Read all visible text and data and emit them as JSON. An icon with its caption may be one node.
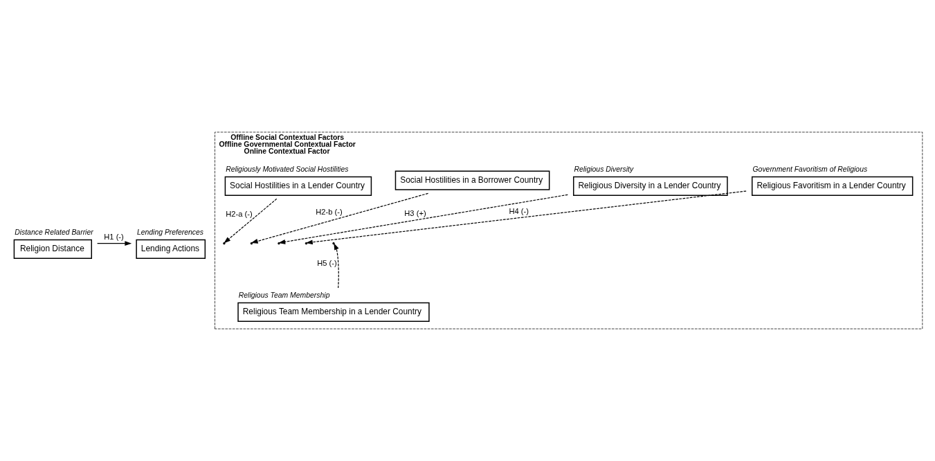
{
  "diagram": {
    "nodes": [
      {
        "text": [
          "Distance Related Barrier",
          "Religion Distance"
        ]
      },
      {
        "text": [
          "Lending Preferences",
          "Lending Actions"
        ]
      },
      {
        "text": [
          "Offline Social Contextual Factors",
          "Offline Governmental Contextual Factor",
          "Online Contextual Factor"
        ]
      },
      {
        "text": [
          "Religious Diversity",
          "Religious Diversity in a Lender Country"
        ],
        "in": 2
      },
      {
        "text": [
          "Religiously Motivated Social Hostilities",
          "Social Hostilities in a Lender Country"
        ],
        "in": 2
      },
      {
        "text": [
          "Social Hostilities in a Borrower Country"
        ],
        "in": 2
      },
      {
        "text": [
          "Government Favoritism of Religious",
          "Religious Favoritism in a Lender Country"
        ],
        "in": 2
      },
      {
        "text": [
          "Religious Team Membership",
          "Religious Team Membership in a Lender Country"
        ],
        "in": 2
      }
    ],
    "edges": [
      {
        "from": 0,
        "to": 1,
        "arrow": "to",
        "label": "H1 (-)"
      },
      {
        "from": 4,
        "to": null,
        "arrow": "to",
        "label": "H2-a (-)",
        "style": "dashed"
      },
      {
        "from": 5,
        "to": null,
        "arrow": "to",
        "label": "H2-b (-)",
        "style": "dashed"
      },
      {
        "from": 3,
        "to": null,
        "arrow": "to",
        "label": "H3 (+)",
        "style": "dashed"
      },
      {
        "from": 6,
        "to": null,
        "arrow": "to",
        "label": "H4 (-)",
        "style": "dashed"
      },
      {
        "from": 7,
        "to": null,
        "arrow": "to",
        "label": "H5 (-)",
        "style": "dashed"
      }
    ]
  }
}
